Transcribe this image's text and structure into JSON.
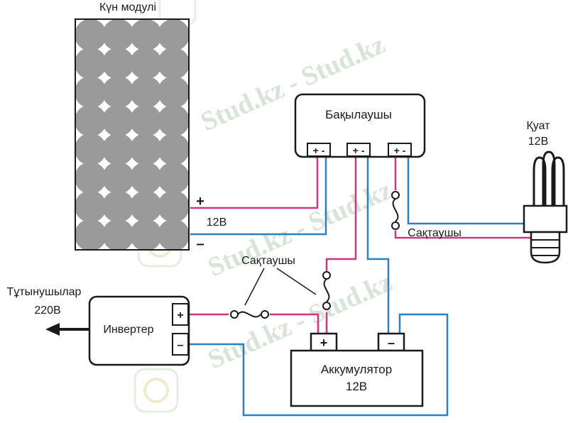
{
  "colors": {
    "positive_wire": "#d6337f",
    "negative_wire": "#2e7fbd",
    "outline": "#1a1a1a",
    "cell": "#9a9a9a",
    "watermark": "#d8e4d8"
  },
  "labels": {
    "solar_module": "Күн модулі",
    "controller": "Бақылаушы",
    "lamp_title": "Қуат",
    "lamp_voltage": "12В",
    "panel_plus": "+",
    "panel_minus": "–",
    "panel_voltage": "12В",
    "fuse_right": "Сақтаушы",
    "fuse_center": "Сақтаушы",
    "consumers_title": "Тұтынушылар",
    "consumers_voltage": "220В",
    "inverter": "Инвертер",
    "inverter_plus": "+",
    "inverter_minus": "–",
    "battery_title": "Аккумулятор",
    "battery_voltage": "12В",
    "battery_plus": "+",
    "battery_minus": "–",
    "terminal_pm": "+ -"
  },
  "watermark": "Stud.kz - Stud.kz",
  "icons": [
    "solar-panel-icon",
    "cfl-lamp-icon",
    "fuse-icon",
    "arrow-left-icon",
    "logo-watermark-icon"
  ]
}
